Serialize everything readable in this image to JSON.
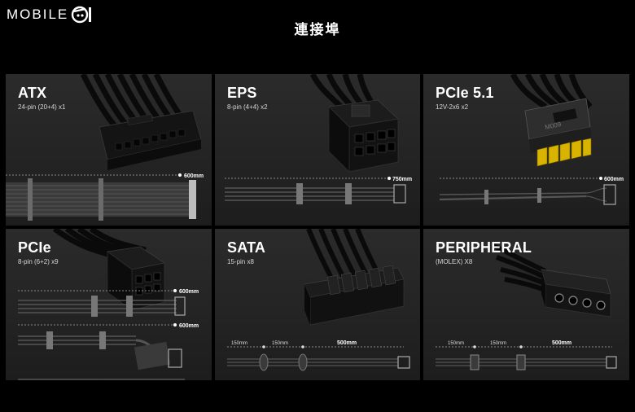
{
  "brand": {
    "logo_text": "MOBILE",
    "logo_mark": "01"
  },
  "page_title": "連接埠",
  "cards": [
    {
      "title": "ATX",
      "subtitle": "24-pin (20+4) x1",
      "lengths": [
        "600mm"
      ]
    },
    {
      "title": "EPS",
      "subtitle": "8-pin (4+4) x2",
      "lengths": [
        "750mm"
      ]
    },
    {
      "title": "PCIe 5.1",
      "subtitle": "12V-2x6 x2",
      "lengths": [
        "600mm"
      ]
    },
    {
      "title": "PCIe",
      "subtitle": "8-pin (6+2) x9",
      "lengths": [
        "600mm",
        "600mm"
      ]
    },
    {
      "title": "SATA",
      "subtitle": "15-pin x8",
      "lengths": [
        "150mm",
        "150mm",
        "500mm"
      ]
    },
    {
      "title": "PERIPHERAL",
      "subtitle": "(MOLEX) X8",
      "lengths": [
        "150mm",
        "150mm",
        "500mm"
      ]
    }
  ]
}
